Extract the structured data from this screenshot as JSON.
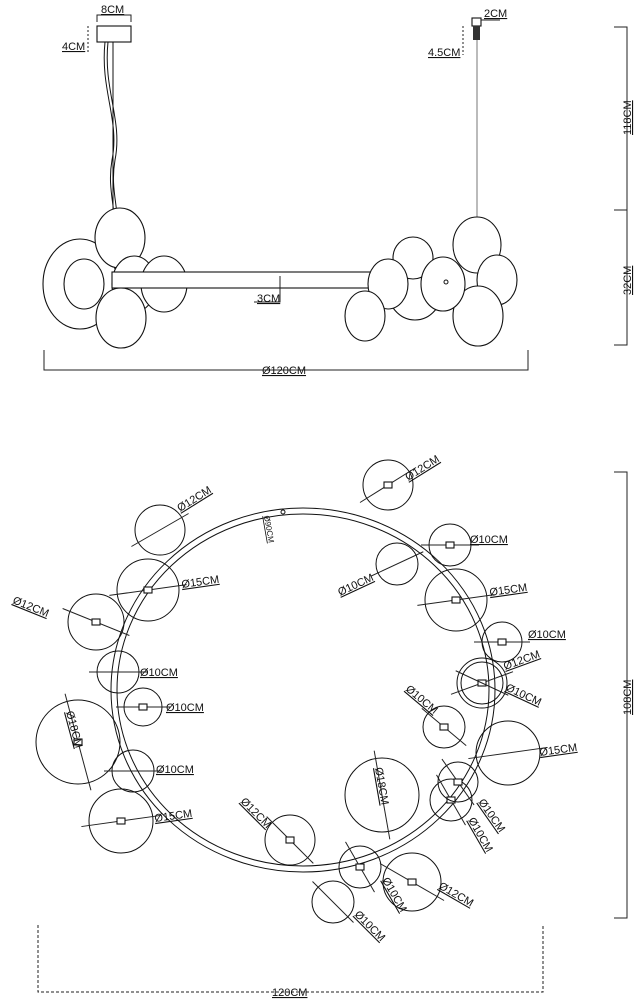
{
  "side_view": {
    "canopy_width": "8CM",
    "canopy_height": "4CM",
    "fitting_width": "2CM",
    "fitting_height": "4.5CM",
    "suspension_height": "118CM",
    "body_height": "32CM",
    "bar_diameter": "3CM",
    "overall_diameter": "Ø120CM"
  },
  "top_view": {
    "ring_tube": "Ø90CM",
    "overall_height": "108CM",
    "overall_width": "120CM",
    "globes": [
      "Ø12CM",
      "Ø15CM",
      "Ø12CM",
      "Ø10CM",
      "Ø10CM",
      "Ø18CM",
      "Ø10CM",
      "Ø15CM",
      "Ø12CM",
      "Ø10CM",
      "Ø10CM",
      "Ø12CM",
      "Ø18CM",
      "Ø10CM",
      "Ø10CM",
      "Ø15CM",
      "Ø10CM",
      "Ø12CM",
      "Ø10CM",
      "Ø10CM",
      "Ø15CM",
      "Ø10CM",
      "Ø10CM",
      "Ø12CM"
    ]
  }
}
